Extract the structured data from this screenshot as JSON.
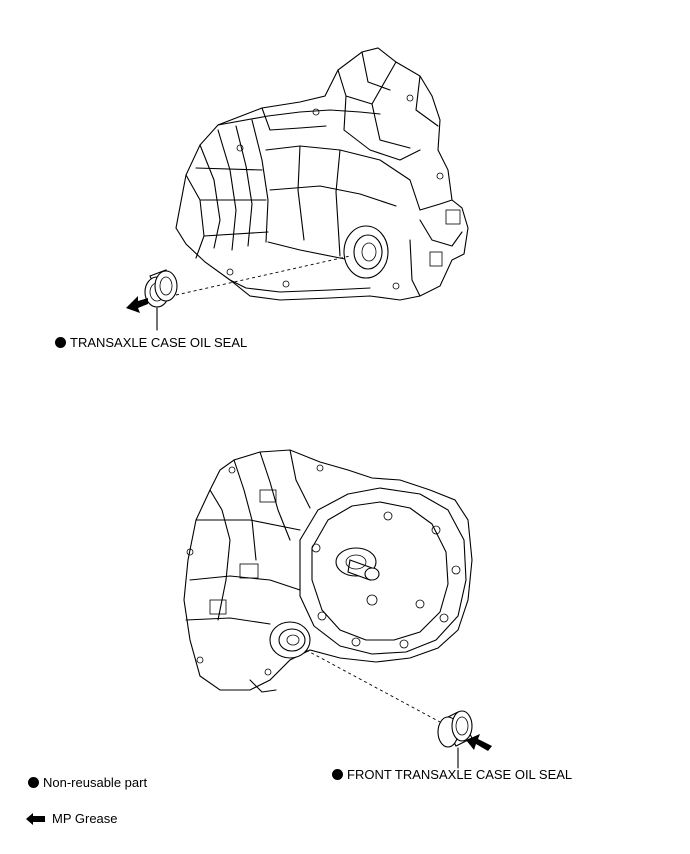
{
  "callouts": {
    "top_seal": "TRANSAXLE CASE OIL SEAL",
    "bottom_seal": "FRONT TRANSAXLE CASE OIL SEAL"
  },
  "legend": {
    "non_reusable": "Non-reusable part",
    "mp_grease": "MP Grease"
  },
  "icons": {
    "non_reusable": "filled-circle-icon",
    "mp_grease": "arrow-left-icon"
  }
}
